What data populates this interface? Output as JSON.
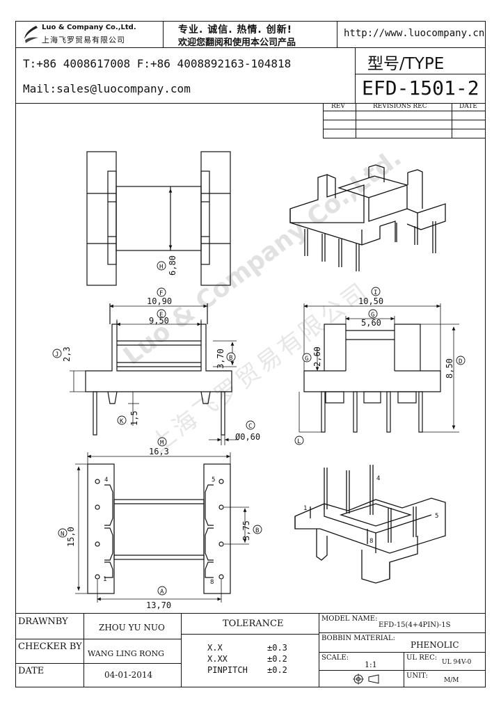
{
  "header": {
    "company_en": "Luo & Company Co.,Ltd.",
    "company_cn": "上海飞罗贸易有限公司",
    "slogan_line1": "专业. 诚信. 热情. 创新!",
    "slogan_line2": "欢迎您翻阅和使用本公司产品",
    "website": "http://www.luocompany.cn",
    "phone_fax": "T:+86 4008617008 F:+86 4008892163-104818",
    "mail": "Mail:sales@luocompany.com",
    "type_label": "型号/TYPE",
    "part_number": "EFD-1501-2"
  },
  "revisions": {
    "col_rev": "REV",
    "col_rec": "REVISIONS REC",
    "col_date": "DATE"
  },
  "watermark": {
    "text_en": "Luo & Company Co.,Ltd.",
    "text_cn": "上海飞罗贸易有限公司"
  },
  "dimensions": {
    "H": {
      "letter": "H",
      "value": "6,80"
    },
    "F": {
      "letter": "F",
      "value": "10,90"
    },
    "E": {
      "letter": "E",
      "value": "9,50"
    },
    "J": {
      "letter": "J",
      "value": "2,3"
    },
    "B_side": {
      "letter": "B",
      "value": "3,70"
    },
    "K": {
      "letter": "K",
      "value": "1,5"
    },
    "C": {
      "letter": "C",
      "value": "Ø0,60"
    },
    "I": {
      "letter": "I",
      "value": "10,50"
    },
    "G": {
      "letter": "G",
      "value": "5,60"
    },
    "G2": {
      "letter": "G",
      "value": "2,60"
    },
    "D": {
      "letter": "D",
      "value": "8,50"
    },
    "L": {
      "letter": "L"
    },
    "M": {
      "letter": "M",
      "value": "16,3"
    },
    "N": {
      "letter": "N",
      "value": "15,0"
    },
    "B_bottom": {
      "letter": "B",
      "value": "3,75"
    },
    "A": {
      "letter": "A",
      "value": "13,70"
    }
  },
  "pins": {
    "p1": "1",
    "p4": "4",
    "p5": "5",
    "p8": "8"
  },
  "titleblock": {
    "drawnby_label": "DRAWNBY",
    "drawnby_value": "ZHOU YU NUO",
    "checker_label": "CHECKER BY",
    "checker_value": "WANG LING RONG",
    "date_label": "DATE",
    "date_value": "04-01-2014",
    "tolerance_label": "TOLERANCE",
    "tol_xx_label": "X.X",
    "tol_xx_value": "±0.3",
    "tol_xxx_label": "X.XX",
    "tol_xxx_value": "±0.2",
    "tol_pin_label": "PINPITCH",
    "tol_pin_value": "±0.2",
    "model_label": "MODEL NAME:",
    "model_value": "EFD-15(4+4PIN)-1S",
    "bobbin_label": "BOBBIN MATERIAL:",
    "bobbin_value": "PHENOLIC",
    "scale_label": "SCALE:",
    "scale_value": "1:1",
    "ul_label": "UL REC:",
    "ul_value": "UL 94V-0",
    "unit_label": "UNIT:",
    "unit_value": "M/M"
  }
}
